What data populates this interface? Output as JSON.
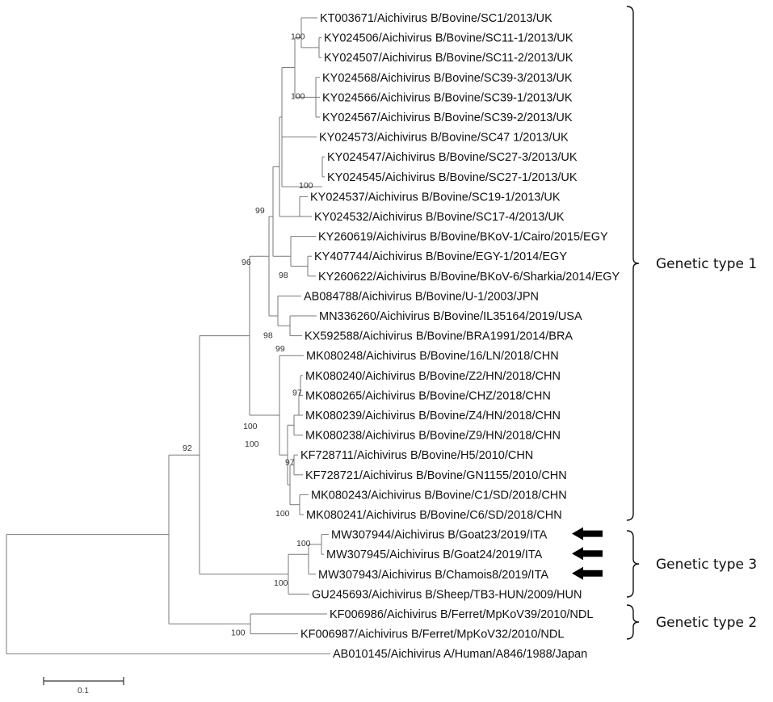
{
  "tree": {
    "leaves": [
      "KT003671/Aichivirus B/Bovine/SC1/2013/UK",
      "KY024506/Aichivirus B/Bovine/SC11-1/2013/UK",
      "KY024507/Aichivirus B/Bovine/SC11-2/2013/UK",
      "KY024568/Aichivirus B/Bovine/SC39-3/2013/UK",
      "KY024566/Aichivirus B/Bovine/SC39-1/2013/UK",
      "KY024567/Aichivirus B/Bovine/SC39-2/2013/UK",
      "KY024573/Aichivirus B/Bovine/SC47 1/2013/UK",
      "KY024547/Aichivirus B/Bovine/SC27-3/2013/UK",
      "KY024545/Aichivirus B/Bovine/SC27-1/2013/UK",
      "KY024537/Aichivirus B/Bovine/SC19-1/2013/UK",
      "KY024532/Aichivirus B/Bovine/SC17-4/2013/UK",
      "KY260619/Aichivirus B/Bovine/BKoV-1/Cairo/2015/EGY",
      "KY407744/Aichivirus B/Bovine/EGY-1/2014/EGY",
      "KY260622/Aichivirus B/Bovine/BKoV-6/Sharkia/2014/EGY",
      "AB084788/Aichivirus B/Bovine/U-1/2003/JPN",
      "MN336260/Aichivirus B/Bovine/IL35164/2019/USA",
      "KX592588/Aichivirus B/Bovine/BRA1991/2014/BRA",
      "MK080248/Aichivirus B/Bovine/16/LN/2018/CHN",
      "MK080240/Aichivirus B/Bovine/Z2/HN/2018/CHN",
      "MK080265/Aichivirus B/Bovine/CHZ/2018/CHN",
      "MK080239/Aichivirus B/Bovine/Z4/HN/2018/CHN",
      "MK080238/Aichivirus B/Bovine/Z9/HN/2018/CHN",
      "KF728711/Aichivirus B/Bovine/H5/2010/CHN",
      "KF728721/Aichivirus B/Bovine/GN1155/2010/CHN",
      "MK080243/Aichivirus B/Bovine/C1/SD/2018/CHN",
      "MK080241/Aichivirus B/Bovine/C6/SD/2018/CHN",
      "MW307944/Aichivirus B/Goat23/2019/ITA",
      "MW307945/Aichivirus B/Goat24/2019/ITA",
      "MW307943/Aichivirus B/Chamois8/2019/ITA",
      "GU245693/Aichivirus B/Sheep/TB3-HUN/2009/HUN",
      "KF006986/Aichivirus B/Ferret/MpKoV39/2010/NDL",
      "KF006987/Aichivirus B/Ferret/MpKoV32/2010/NDL",
      "AB010145/Aichivirus A/Human/A846/1988/Japan"
    ],
    "bootstrap": [
      "100",
      "100",
      "100",
      "99",
      "96",
      "98",
      "98",
      "99",
      "100",
      "97",
      "100",
      "97",
      "100",
      "92",
      "100",
      "100",
      "100"
    ],
    "highlighted_leaves": [
      "MW307944",
      "MW307945",
      "MW307943"
    ],
    "highlight_marker": "arrow-left-icon"
  },
  "groups": [
    {
      "label": "Genetic type 1"
    },
    {
      "label": "Genetic type 3"
    },
    {
      "label": "Genetic type 2"
    }
  ],
  "scale_bar": {
    "label": "0.1"
  }
}
